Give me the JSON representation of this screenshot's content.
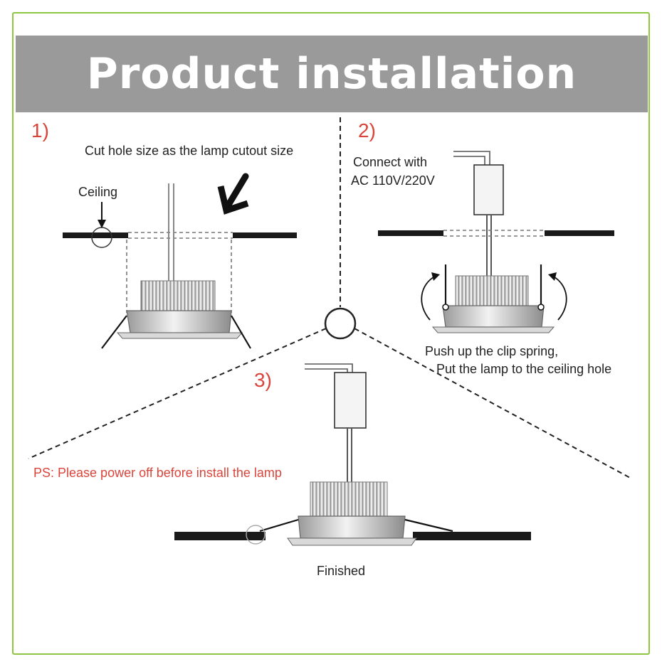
{
  "title": "Product installation",
  "steps": [
    {
      "number": "1)",
      "caption": "Cut hole size as the lamp cutout size",
      "label": "Ceiling"
    },
    {
      "number": "2)",
      "caption_1": "Connect with",
      "caption_2": "AC 110V/220V",
      "note_1": "Push up the clip spring,",
      "note_2": "Put the lamp to the ceiling hole"
    },
    {
      "number": "3)",
      "warning": "PS: Please power off before install the lamp",
      "status": "Finished"
    }
  ],
  "colors": {
    "frame": "#8dc63f",
    "banner": "#9a9a9a",
    "step_number": "#d9453a",
    "warning": "#d9453a"
  }
}
